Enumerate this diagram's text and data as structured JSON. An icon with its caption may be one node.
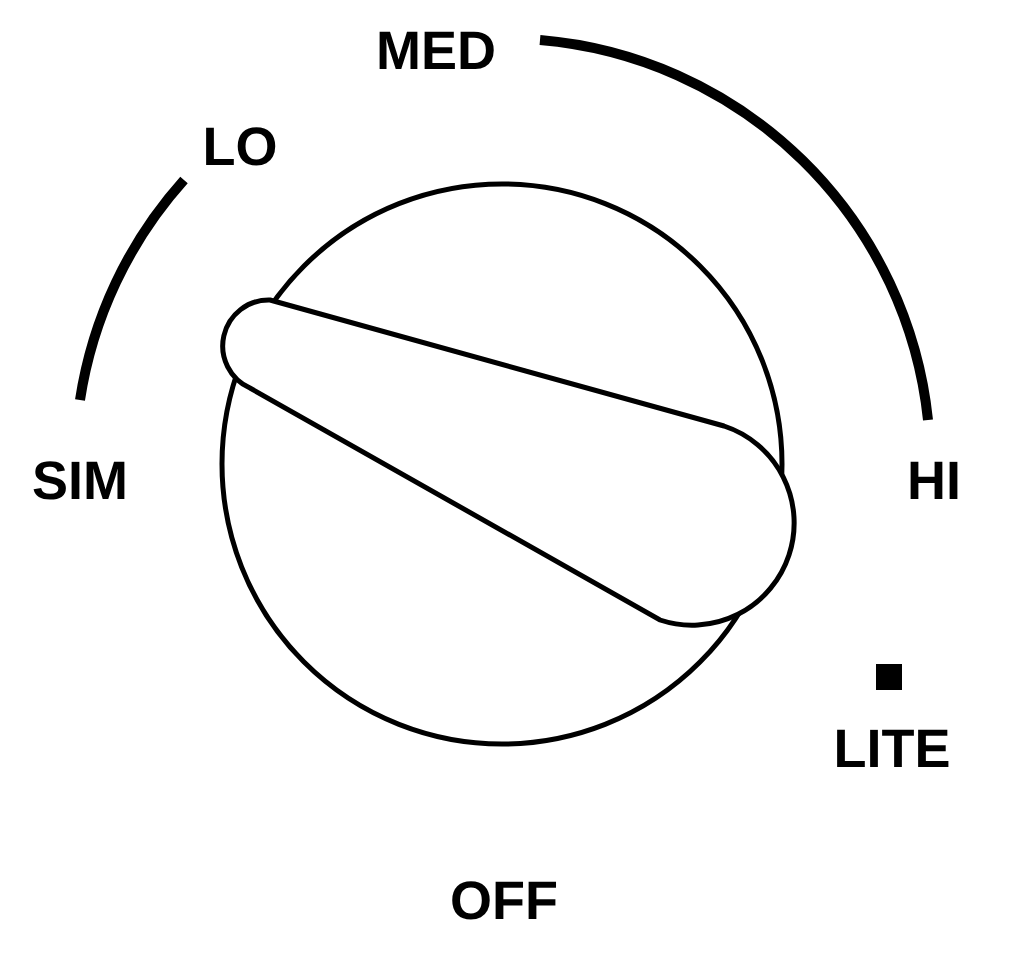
{
  "diagram": {
    "labels": [
      "MED",
      "LO",
      "SIM",
      "HI",
      "LITE",
      "OFF"
    ]
  }
}
